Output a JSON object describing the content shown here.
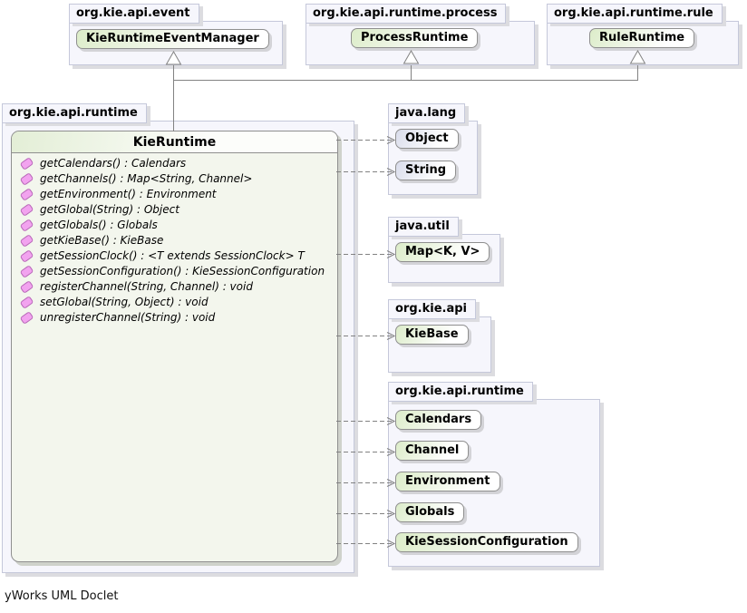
{
  "diagram": {
    "footer": "yWorks UML Doclet",
    "colors": {
      "package_fill": "#f6f6fc",
      "package_border": "#c5c8da",
      "interface_gradient_start": "#dcecc9",
      "class_gradient_start": "#d9dceb",
      "node_border": "#8f8f8f",
      "edge_line": "#828282",
      "method_icon_fill": "#f2a3ef",
      "method_icon_stroke": "#b867b8"
    },
    "packages": {
      "event": {
        "name": "org.kie.api.event",
        "nodes": [
          "KieRuntimeEventManager"
        ]
      },
      "process": {
        "name": "org.kie.api.runtime.process",
        "nodes": [
          "ProcessRuntime"
        ]
      },
      "rule": {
        "name": "org.kie.api.runtime.rule",
        "nodes": [
          "RuleRuntime"
        ]
      },
      "runtime_main": {
        "name": "org.kie.api.runtime",
        "class": {
          "name": "KieRuntime",
          "methods": [
            "getCalendars() : Calendars",
            "getChannels() : Map<String, Channel>",
            "getEnvironment() : Environment",
            "getGlobal(String) : Object",
            "getGlobals() : Globals",
            "getKieBase() : KieBase",
            "getSessionClock() : <T extends SessionClock> T",
            "getSessionConfiguration() : KieSessionConfiguration",
            "registerChannel(String, Channel) : void",
            "setGlobal(String, Object) : void",
            "unregisterChannel(String) : void"
          ]
        }
      },
      "java_lang": {
        "name": "java.lang",
        "nodes": [
          "Object",
          "String"
        ]
      },
      "java_util": {
        "name": "java.util",
        "nodes": [
          "Map<K, V>"
        ]
      },
      "org_kie_api": {
        "name": "org.kie.api",
        "nodes": [
          "KieBase"
        ]
      },
      "runtime_types": {
        "name": "org.kie.api.runtime",
        "nodes": [
          "Calendars",
          "Channel",
          "Environment",
          "Globals",
          "KieSessionConfiguration"
        ]
      }
    },
    "relations": {
      "generalization_targets": [
        "KieRuntimeEventManager",
        "ProcessRuntime",
        "RuleRuntime"
      ],
      "dependency_targets": [
        "Object",
        "String",
        "Map<K, V>",
        "KieBase",
        "Calendars",
        "Channel",
        "Environment",
        "Globals",
        "KieSessionConfiguration"
      ]
    }
  }
}
